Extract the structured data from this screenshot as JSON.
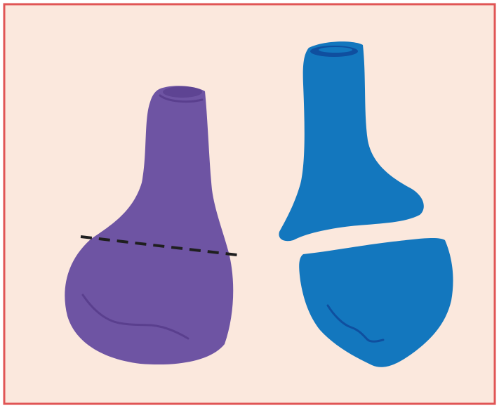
{
  "diagram": {
    "description_text": "",
    "colors": {
      "background": "#FBE8DD",
      "border": "#E05555",
      "balloon": "#6E54A3",
      "balloon_detail": "#5A3F8E",
      "balloon_wrinkle": "#5A3F8E",
      "popped": "#1377BE",
      "popped_detail": "#0F4F9F",
      "dashed_line": "#1F1F1F"
    },
    "figures": [
      {
        "id": "intact-balloon",
        "kind": "balloon"
      },
      {
        "id": "split-balloon-top",
        "kind": "balloon-piece"
      },
      {
        "id": "split-balloon-bottom",
        "kind": "balloon-piece"
      }
    ]
  }
}
